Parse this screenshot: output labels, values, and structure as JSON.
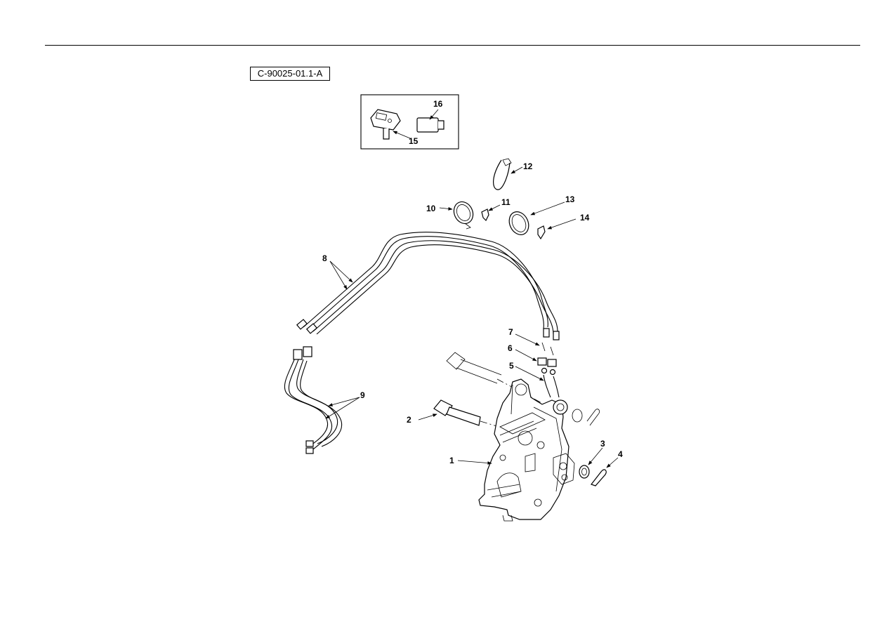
{
  "figure": {
    "id_label": "C-90025-01.1-A"
  },
  "callouts": {
    "c1": "1",
    "c2": "2",
    "c3": "3",
    "c4": "4",
    "c5": "5",
    "c6": "6",
    "c7": "7",
    "c8": "8",
    "c9": "9",
    "c10": "10",
    "c11": "11",
    "c12": "12",
    "c13": "13",
    "c14": "14",
    "c15": "15",
    "c16": "16"
  }
}
